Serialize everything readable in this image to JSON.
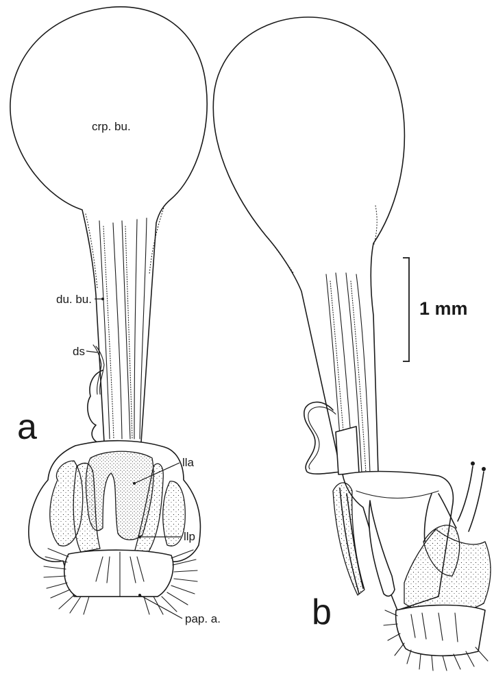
{
  "figure": {
    "panels": {
      "a": "a",
      "b": "b"
    },
    "labels": {
      "crp_bu": "crp. bu.",
      "du_bu": "du. bu.",
      "ds": "ds",
      "lla": "lla",
      "llp": "llp",
      "pap_a": "pap. a."
    },
    "scale_bar": {
      "label": "1 mm",
      "length_mm": 1
    }
  }
}
